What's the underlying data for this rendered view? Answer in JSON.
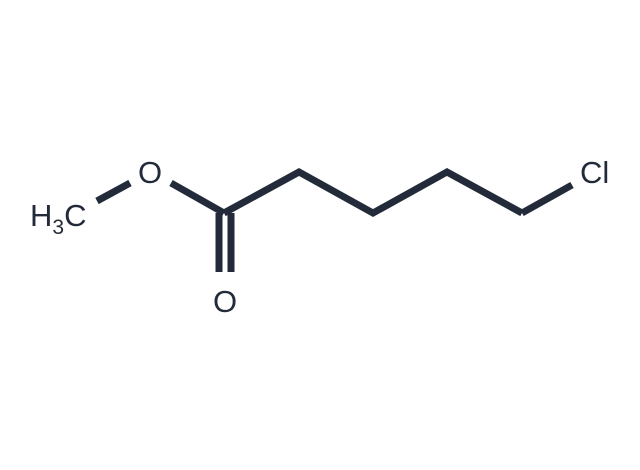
{
  "structure": {
    "atoms": {
      "methyl": {
        "main": "H",
        "sub": "3",
        "tail": "C"
      },
      "ester_oxygen": "O",
      "carbonyl_oxygen": "O",
      "chlorine": "Cl"
    },
    "colors": {
      "bond": "#232b3a",
      "label": "#232b3a",
      "background": "#ffffff"
    }
  }
}
